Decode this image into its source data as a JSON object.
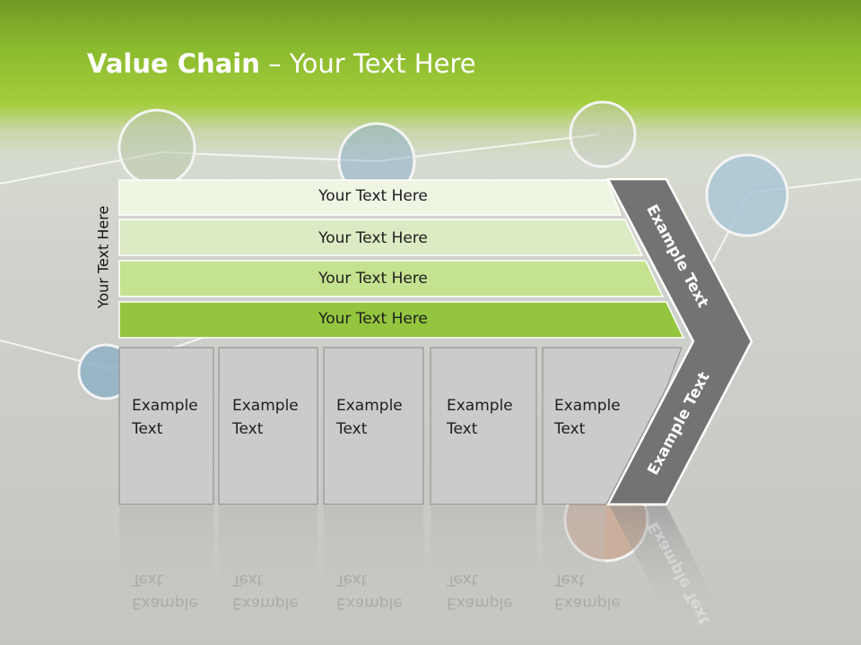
{
  "slide": {
    "title_bold": "Value Chain",
    "title_rest": " – Your Text Here",
    "side_label": "Your Text Here",
    "bands": [
      {
        "label": "Your Text Here",
        "color": "#eef5e2"
      },
      {
        "label": "Your Text Here",
        "color": "#dcebc4"
      },
      {
        "label": "Your Text Here",
        "color": "#c5e290"
      },
      {
        "label": "Your Text Here",
        "color": "#93c63e"
      }
    ],
    "boxes": [
      {
        "line1": "Example",
        "line2": "Text"
      },
      {
        "line1": "Example",
        "line2": "Text"
      },
      {
        "line1": "Example",
        "line2": "Text"
      },
      {
        "line1": "Example",
        "line2": "Text"
      },
      {
        "line1": "Example",
        "line2": "Text"
      }
    ],
    "chevron": {
      "upper_label": "Example Text",
      "lower_label": "Example Text",
      "color": "#737373"
    }
  }
}
